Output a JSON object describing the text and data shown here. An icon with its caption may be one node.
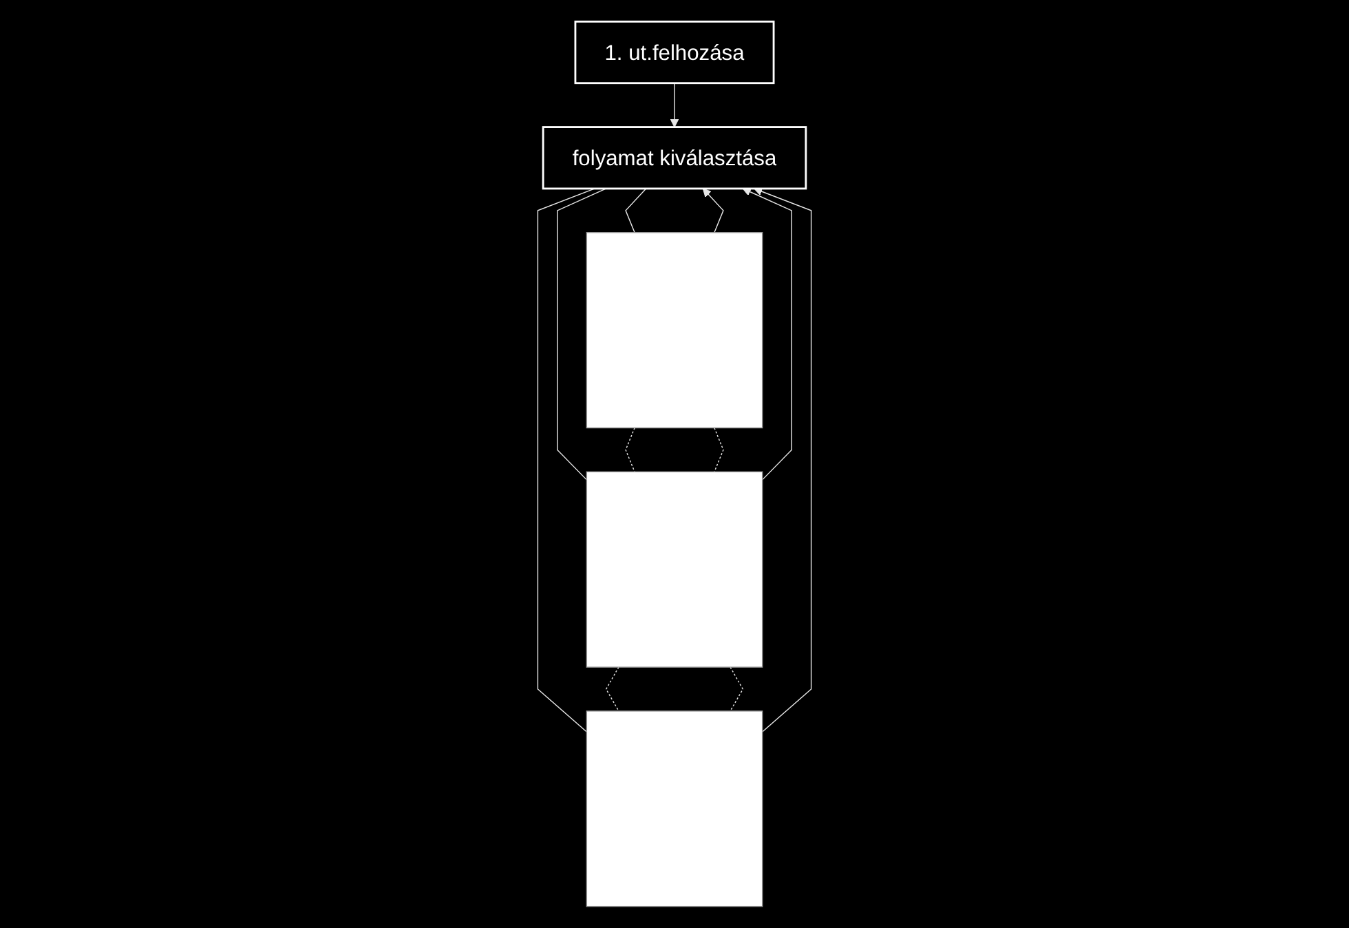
{
  "diagram": {
    "nodes": [
      {
        "text": [
          "1. ut.felhozása"
        ]
      },
      {
        "text": [
          "folyamat kiválasztása"
        ]
      },
      {
        "text": [],
        "shape": "box"
      },
      {
        "text": [],
        "shape": "box"
      },
      {
        "text": [],
        "shape": "box"
      }
    ],
    "edges": [
      {
        "from": 0,
        "to": 1,
        "arrow": "to"
      },
      {
        "from": 1,
        "to": 2,
        "arrow": "none"
      },
      {
        "from": 1,
        "to": 3,
        "arrow": "none"
      },
      {
        "from": 1,
        "to": 4,
        "arrow": "none"
      },
      {
        "from": 2,
        "to": 3,
        "arrow": "none",
        "style": "dashed"
      },
      {
        "from": 2,
        "to": 3,
        "arrow": "none",
        "style": "dashed"
      },
      {
        "from": 3,
        "to": 4,
        "arrow": "none",
        "style": "dashed"
      },
      {
        "from": 3,
        "to": 4,
        "arrow": "none",
        "style": "dashed"
      },
      {
        "from": 2,
        "to": 1,
        "arrow": "to"
      },
      {
        "from": 3,
        "to": 1,
        "arrow": "to"
      },
      {
        "from": 4,
        "to": 1,
        "arrow": "to"
      }
    ]
  }
}
